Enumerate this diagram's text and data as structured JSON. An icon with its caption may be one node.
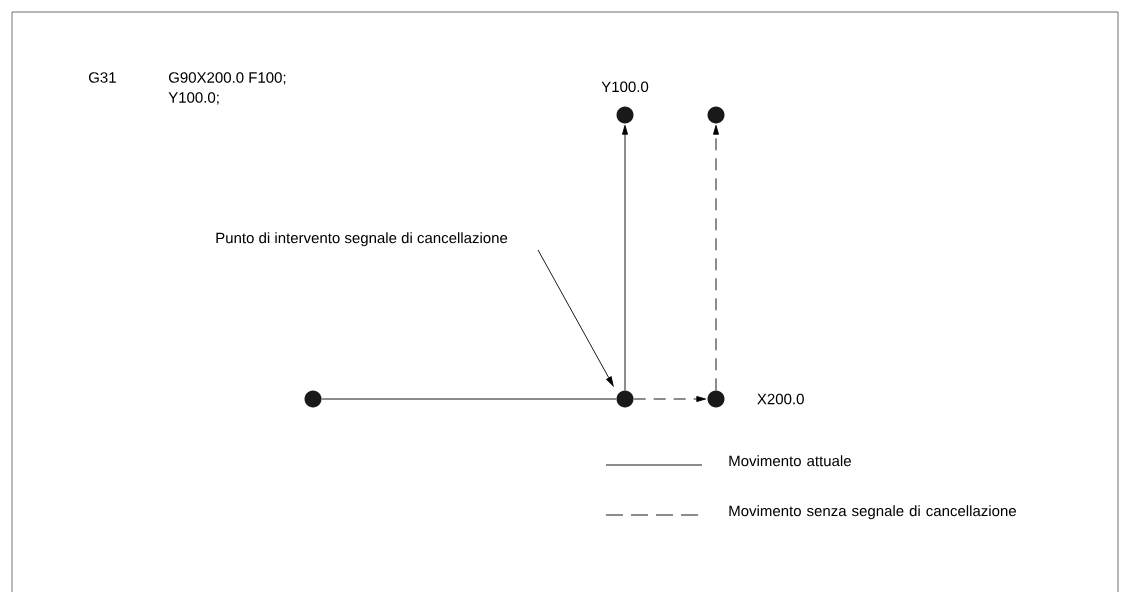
{
  "diagram": {
    "nodes": [
      {
        "text": [],
        "shape": "circle"
      },
      {
        "text": [],
        "shape": "circle"
      },
      {
        "text": [],
        "shape": "circle",
        "beside": [
          "X200.0"
        ]
      },
      {
        "text": [],
        "shape": "circle",
        "beside": [
          "Y100.0"
        ]
      },
      {
        "text": [],
        "shape": "circle"
      },
      {
        "text": [
          "Punto di intervento segnale di cancellazione"
        ]
      }
    ],
    "edges": [
      {
        "from": 0,
        "to": 1,
        "arrow": "none"
      },
      {
        "from": 1,
        "to": 3,
        "arrow": "to"
      },
      {
        "from": 1,
        "to": 2,
        "arrow": "to",
        "style": "dashed"
      },
      {
        "from": 2,
        "to": 4,
        "arrow": "to",
        "style": "dashed"
      },
      {
        "from": 5,
        "to": 1,
        "arrow": "to"
      }
    ],
    "labels": [
      "G31",
      "G90X200.0 F100;",
      "Y100.0;"
    ],
    "legend": [
      {
        "text": "Movimento attuale"
      },
      {
        "text": "Movimento senza segnale di cancellazione"
      }
    ]
  }
}
